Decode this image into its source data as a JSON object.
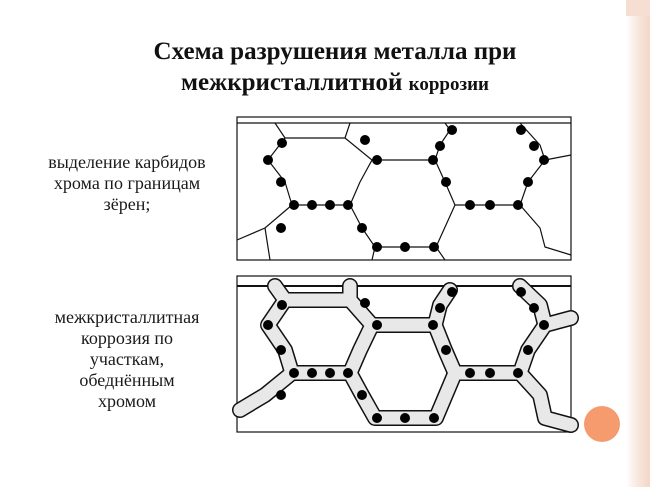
{
  "slide": {
    "title_line1": "Схема разрушения металла при",
    "title_line2_main": "межкристаллитной",
    "title_line2_small": "коррозии"
  },
  "labels": {
    "carbides": [
      "выделение карбидов",
      "хрома по границам",
      "зёрен;"
    ],
    "corrosion": [
      "межкристаллитная",
      "коррозия по",
      "участкам,",
      "обеднённым",
      "хромом"
    ]
  },
  "colors": {
    "accent": "#f59b6e",
    "border_gradient": "#f3d6c8",
    "line": "#111111",
    "dot": "#000000",
    "corroded_band": "#e8e8e8"
  }
}
